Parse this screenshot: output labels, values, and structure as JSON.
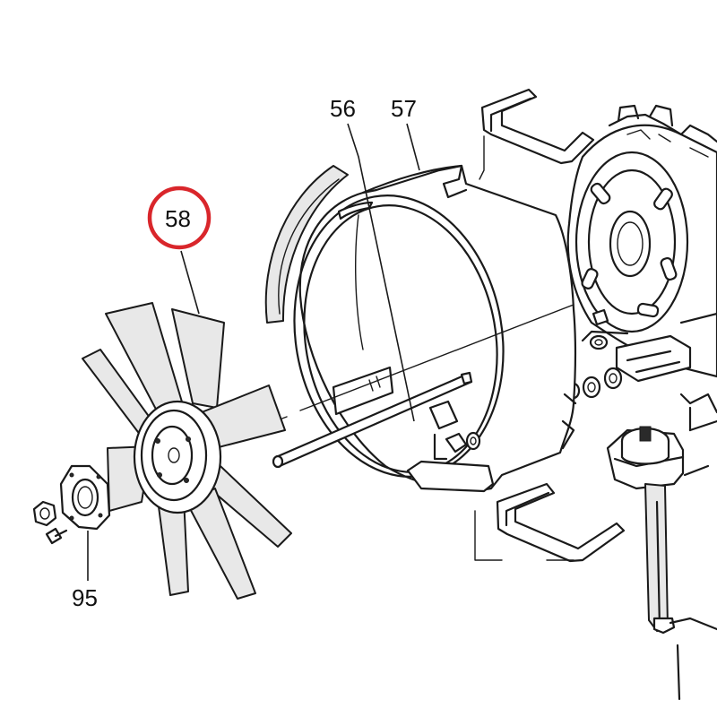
{
  "diagram": {
    "highlight_color": "#d9262b",
    "highlighted_callout": "58",
    "callouts": [
      {
        "id": "56",
        "label": "56"
      },
      {
        "id": "57",
        "label": "57"
      },
      {
        "id": "58",
        "label": "58"
      },
      {
        "id": "95",
        "label": "95"
      }
    ]
  }
}
